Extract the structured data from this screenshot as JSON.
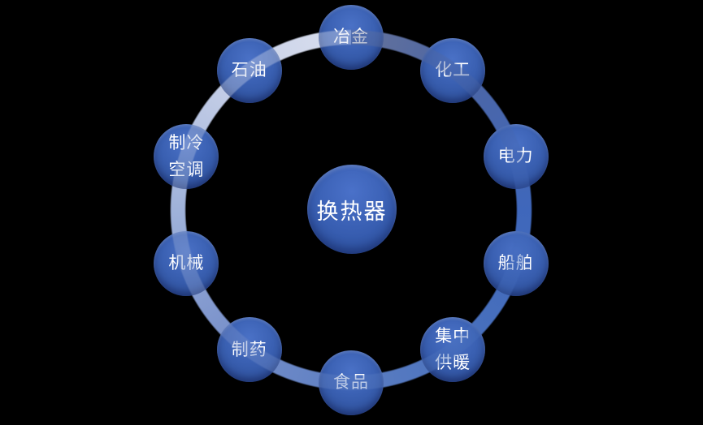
{
  "diagram": {
    "type": "cycle",
    "center": {
      "id": "heat-exchanger",
      "label": "换热器"
    },
    "nodes": [
      {
        "id": "metallurgy",
        "lines": [
          "冶金"
        ]
      },
      {
        "id": "chemical-industry",
        "lines": [
          "化工"
        ]
      },
      {
        "id": "electric-power",
        "lines": [
          "电力"
        ]
      },
      {
        "id": "shipbuilding",
        "lines": [
          "船舶"
        ]
      },
      {
        "id": "district-heating",
        "lines": [
          "集中",
          "供暖"
        ]
      },
      {
        "id": "food",
        "lines": [
          "食品"
        ]
      },
      {
        "id": "pharmaceutical",
        "lines": [
          "制药"
        ]
      },
      {
        "id": "machinery",
        "lines": [
          "机械"
        ]
      },
      {
        "id": "refrigeration-hvac",
        "lines": [
          "制冷",
          "空调"
        ]
      },
      {
        "id": "petroleum",
        "lines": [
          "石油"
        ]
      }
    ],
    "colors": {
      "background": "#000000",
      "node_fill": "#3a60b2",
      "ring_light": "#d0d7ea",
      "ring_dark": "#3f67bb",
      "text": "#ffffff"
    }
  }
}
